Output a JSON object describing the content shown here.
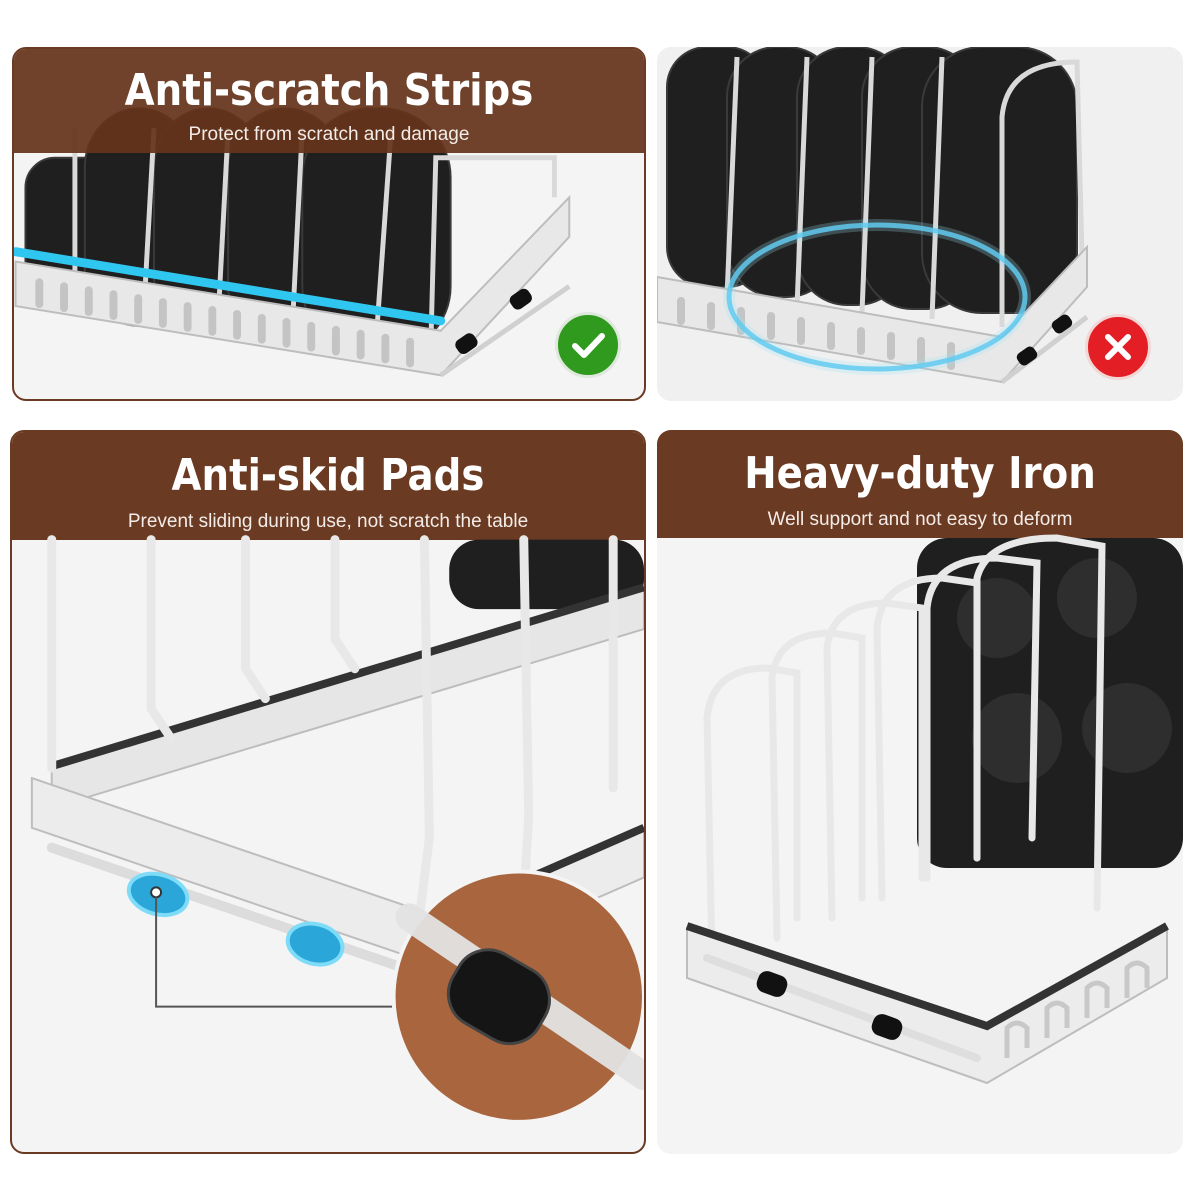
{
  "panels": {
    "strips": {
      "title": "Anti-scratch Strips",
      "subtitle": "Protect from scratch and damage",
      "badge_icon": "checkmark-icon",
      "badge_color": "#2f9a1e"
    },
    "no_strips": {
      "badge_icon": "cross-icon",
      "badge_color": "#e31e24"
    },
    "pads": {
      "title": "Anti-skid Pads",
      "subtitle": "Prevent sliding during use, not scratch the table"
    },
    "iron": {
      "title": "Heavy-duty Iron",
      "subtitle": "Well support and not easy to deform"
    }
  },
  "colors": {
    "banner": "#6b3a22",
    "accent_blue": "#2fc6f0",
    "rack_metal": "#e6e6e6",
    "pan": "#1c1c1c"
  }
}
